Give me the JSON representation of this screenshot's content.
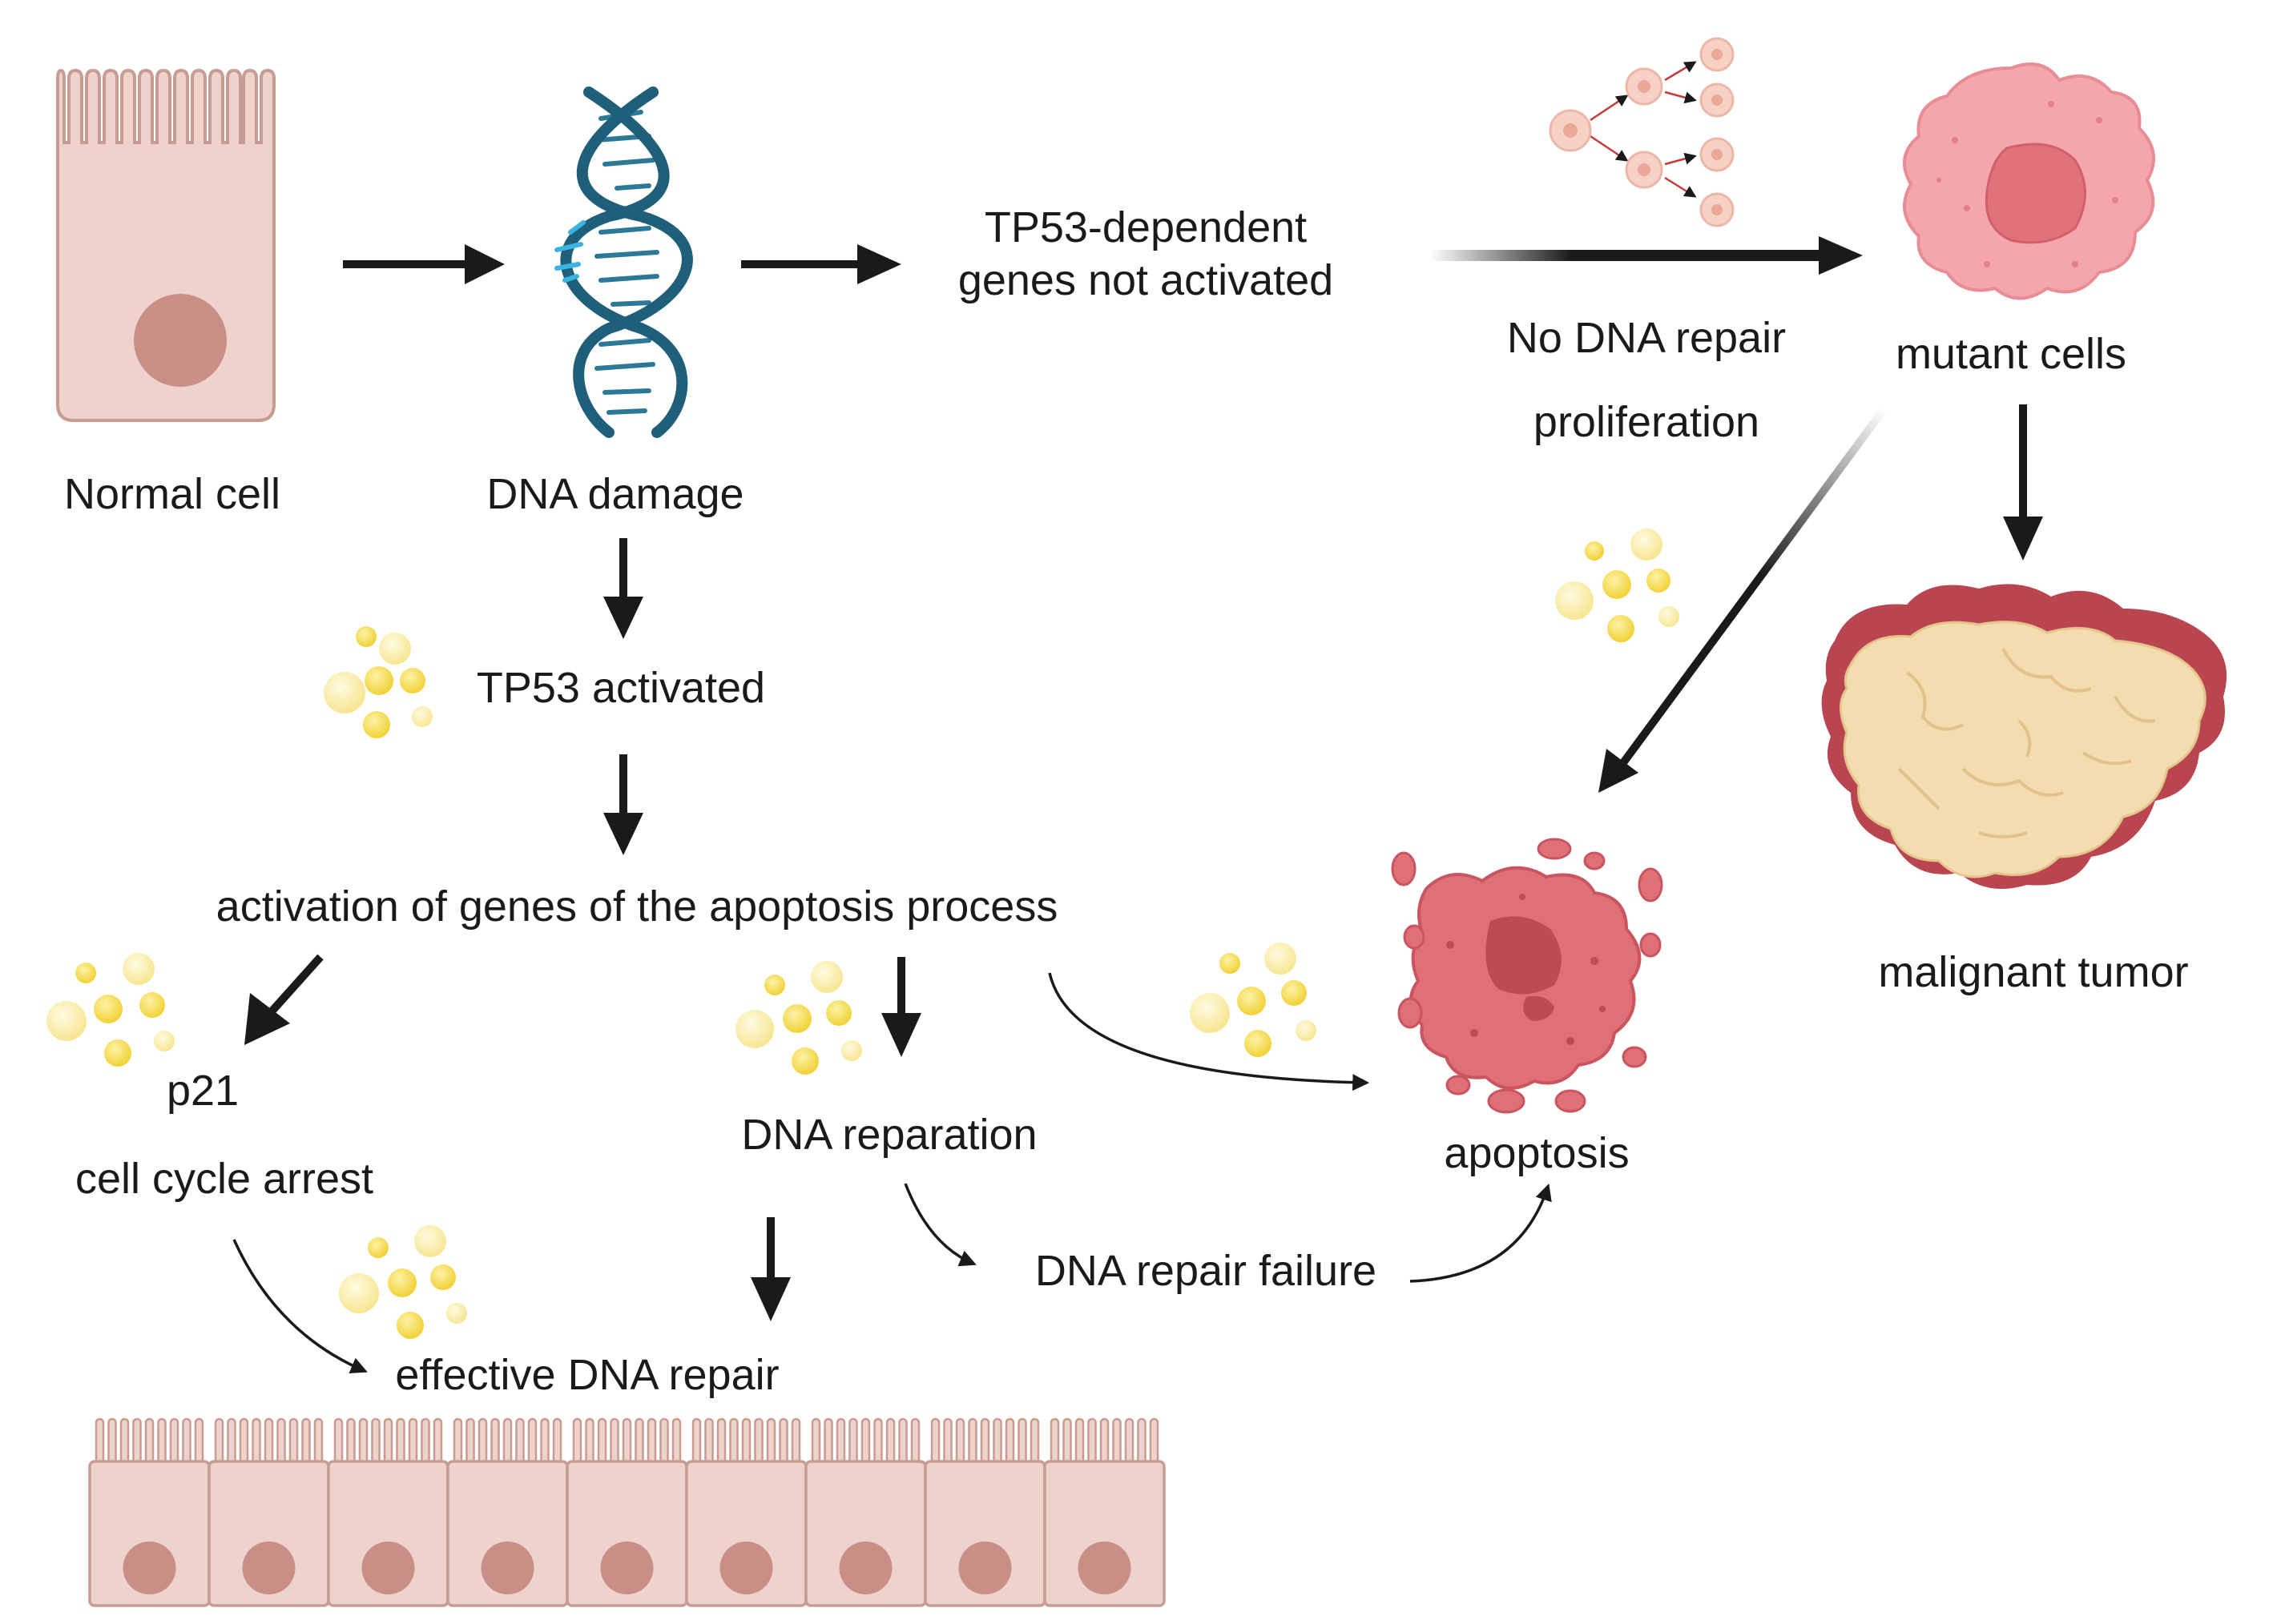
{
  "labels": {
    "normal_cell": "Normal cell",
    "dna_damage": "DNA damage",
    "tp53_not_activated_line1": "TP53-dependent",
    "tp53_not_activated_line2": "genes not activated",
    "no_dna_repair": "No DNA repair",
    "proliferation": "proliferation",
    "mutant_cells": "mutant cells",
    "tp53_activated": "TP53 activated",
    "activation_genes": "activation of genes of the apoptosis process",
    "p21": "p21",
    "cell_cycle_arrest": "cell cycle arrest",
    "dna_reparation": "DNA reparation",
    "dna_repair_failure": "DNA repair failure",
    "apoptosis": "apoptosis",
    "malignant_tumor": "malignant tumor",
    "effective_dna_repair": "effective DNA repair"
  },
  "colors": {
    "cell_fill": "#edd3cc",
    "cell_stroke": "#c89c92",
    "nucleus": "#c98f86",
    "dna_strand": "#1f5f7a",
    "dna_rung": "#2b7897",
    "spark": "#3ab3e0",
    "arrow": "#1a1a1a",
    "mutant_fill": "#f3a7ad",
    "mutant_nucleus": "#e0727c",
    "apoptosis_fill": "#e06f76",
    "apoptosis_dark": "#b94c55",
    "tumor_outer": "#b84550",
    "tumor_inner": "#f3ddb0",
    "tp53_bubble": "#f5dc4a",
    "tp53_bubble_light": "#fbeea0"
  }
}
